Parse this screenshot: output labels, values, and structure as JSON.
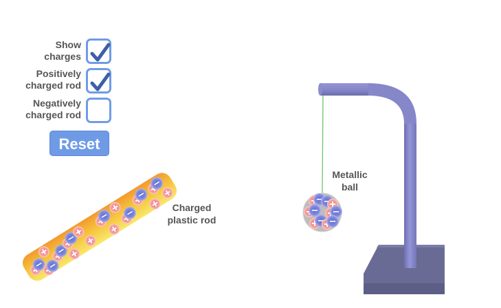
{
  "controls": {
    "checkboxes": [
      {
        "label_line1": "Show",
        "label_line2": "charges",
        "checked": true
      },
      {
        "label_line1": "Positively",
        "label_line2": "charged rod",
        "checked": true
      },
      {
        "label_line1": "Negatively",
        "label_line2": "charged rod",
        "checked": false
      }
    ],
    "reset_label": "Reset"
  },
  "scene": {
    "rod_label_line1": "Charged",
    "rod_label_line2": "plastic rod",
    "ball_label_line1": "Metallic",
    "ball_label_line2": "ball",
    "positive_symbol": "+",
    "negative_symbol": "−"
  },
  "colors": {
    "accent": "#6f9be6",
    "check": "#3d5fa8",
    "label": "#555555",
    "rod_orange": "#f5a623",
    "rod_yellow": "#f7e15a",
    "stand": "#8a8ccc",
    "base": "#6e6f96",
    "string": "#6cc36c",
    "ball": "#bdbdbd"
  }
}
